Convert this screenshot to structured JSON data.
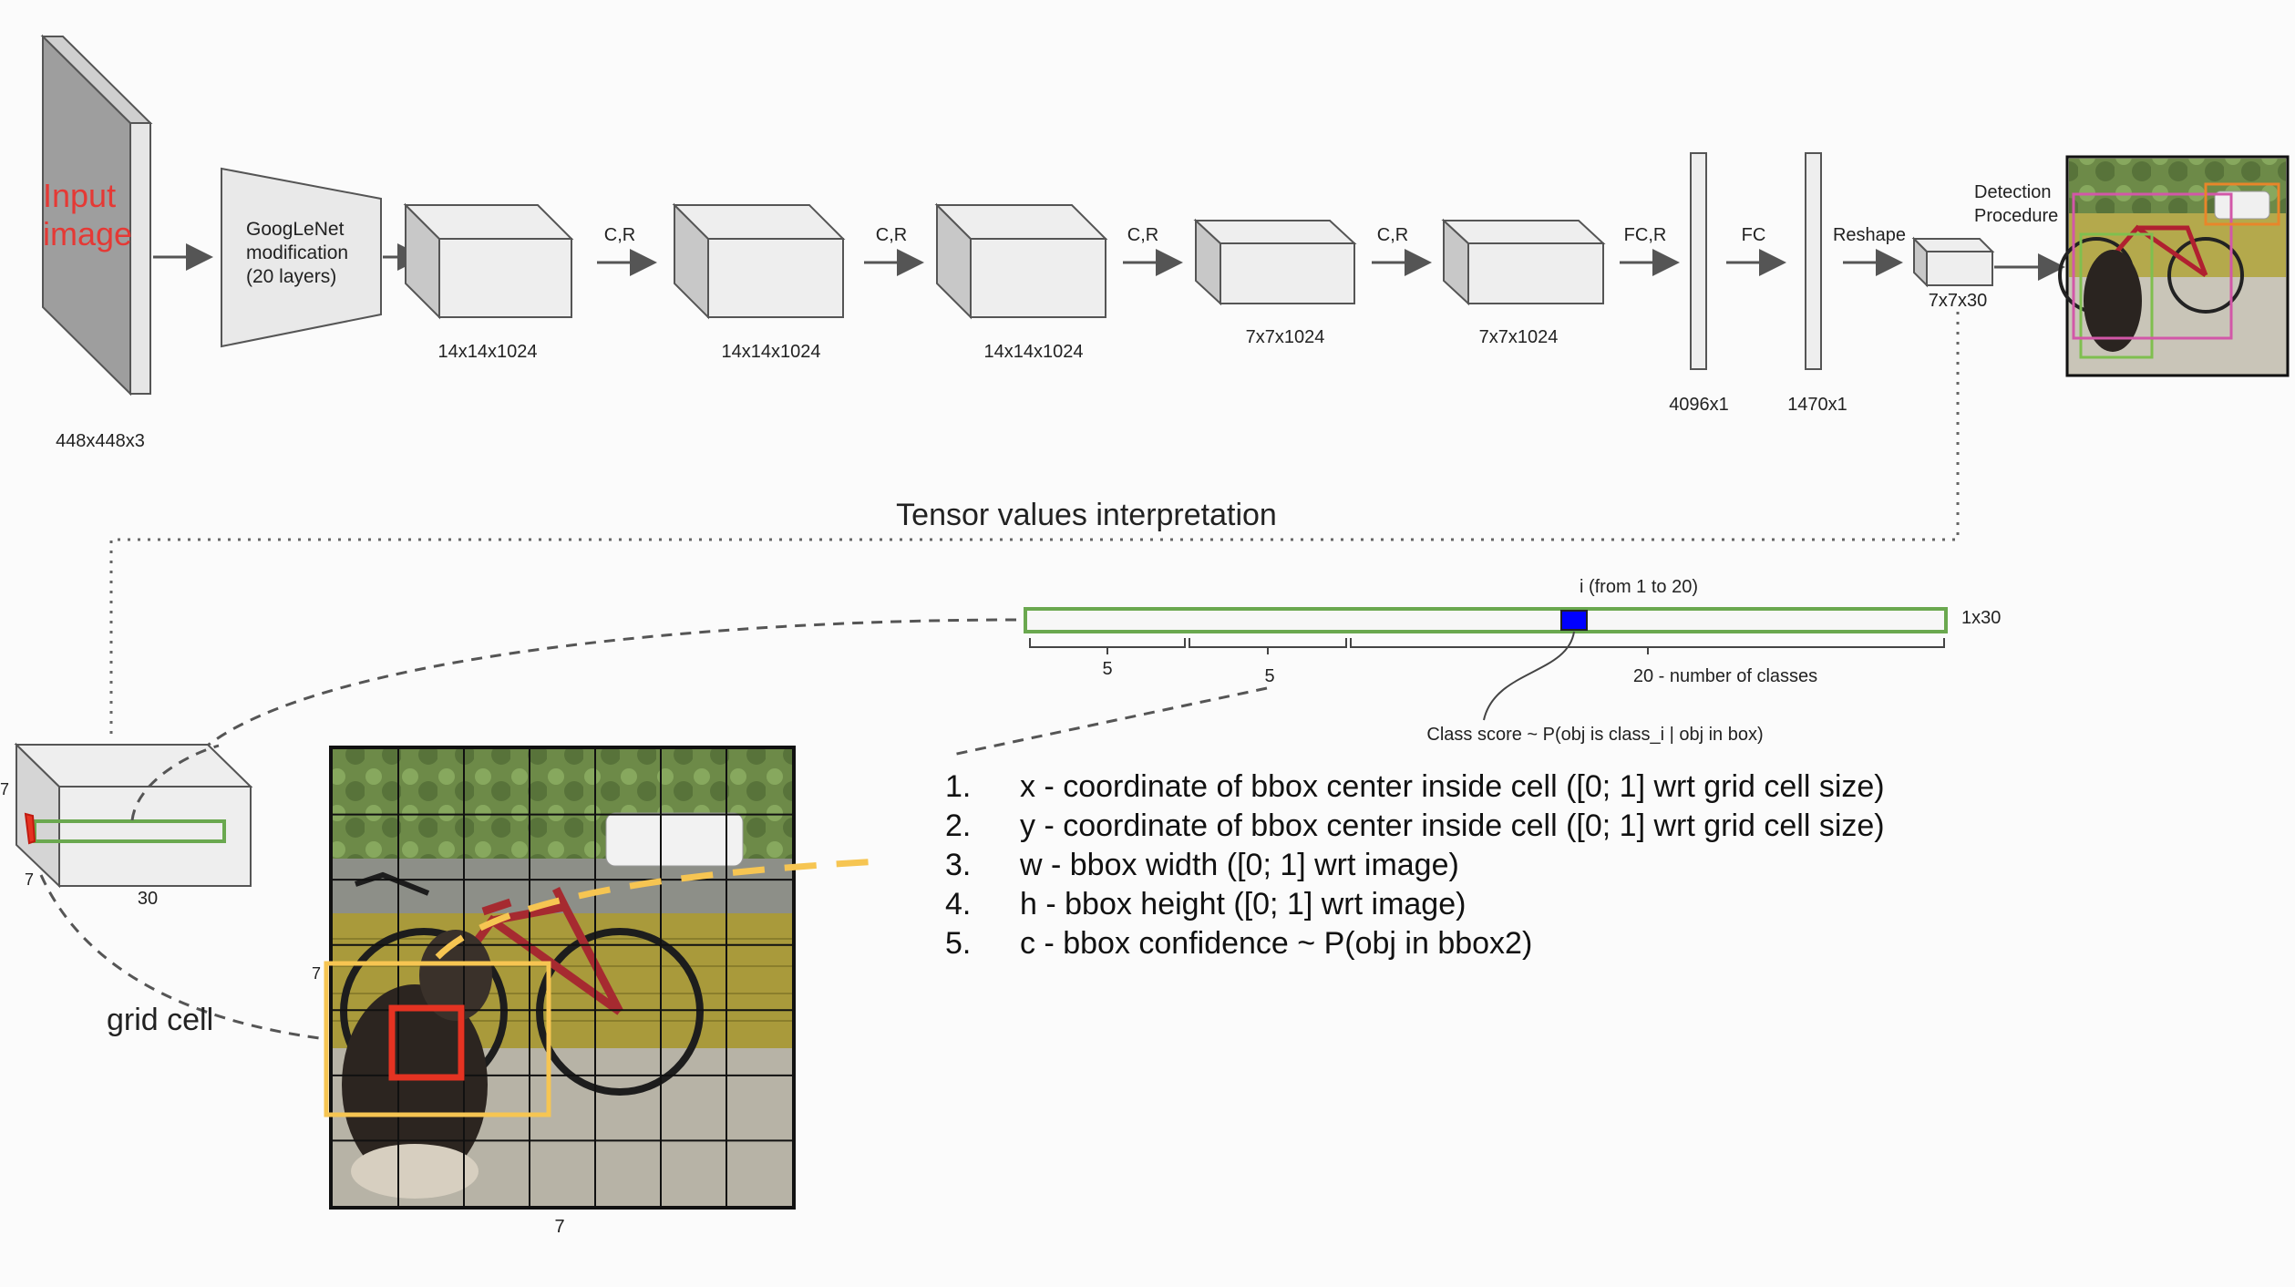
{
  "pipeline": {
    "input_label": "Input\nimage",
    "input_dims": "448x448x3",
    "googlenet_label": [
      "GoogLeNet",
      "modification",
      "(20 layers)"
    ],
    "layers": [
      {
        "dims": "14x14x1024",
        "op": "C,R"
      },
      {
        "dims": "14x14x1024",
        "op": "C,R"
      },
      {
        "dims": "14x14x1024",
        "op": "C,R"
      },
      {
        "dims": "7x7x1024",
        "op": "C,R"
      },
      {
        "dims": "7x7x1024",
        "op": "FC,R"
      }
    ],
    "fc_layers": [
      {
        "dims": "4096x1",
        "op": "FC"
      },
      {
        "dims": "1470x1",
        "op": "Reshape"
      }
    ],
    "output_dims": "7x7x30",
    "detection_label": [
      "Detection",
      "Procedure"
    ]
  },
  "interpretation": {
    "title": "Tensor values interpretation",
    "vector_label": "1x30",
    "class_index_label": "i (from 1 to 20)",
    "seg1": "5",
    "seg2": "5",
    "seg3": "20 - number of classes",
    "class_score": "Class score ~ P(obj is class_i | obj in box)",
    "cube_labels": {
      "left": "7",
      "bottom_left": "7",
      "bottom": "30"
    },
    "grid_label_left": "7",
    "grid_label_bottom": "7",
    "grid_cell_label": "grid cell",
    "list": [
      {
        "n": "1.",
        "text": "x - coordinate of bbox center inside cell ([0; 1] wrt grid cell size)"
      },
      {
        "n": "2.",
        "text": "y - coordinate of bbox center inside cell ([0; 1] wrt grid cell size)"
      },
      {
        "n": "3.",
        "text": "w - bbox width ([0; 1] wrt image)"
      },
      {
        "n": "4.",
        "text": "h - bbox height ([0; 1] wrt image)"
      },
      {
        "n": "5.",
        "text": "c - bbox confidence ~ P(obj in bbox2)"
      }
    ]
  },
  "colors": {
    "input_text": "#e53935",
    "vector_outline": "#6aa84f",
    "class_marker": "#0000ff",
    "cell_highlight": "#e53322",
    "anchor_box": "#f6c552"
  }
}
